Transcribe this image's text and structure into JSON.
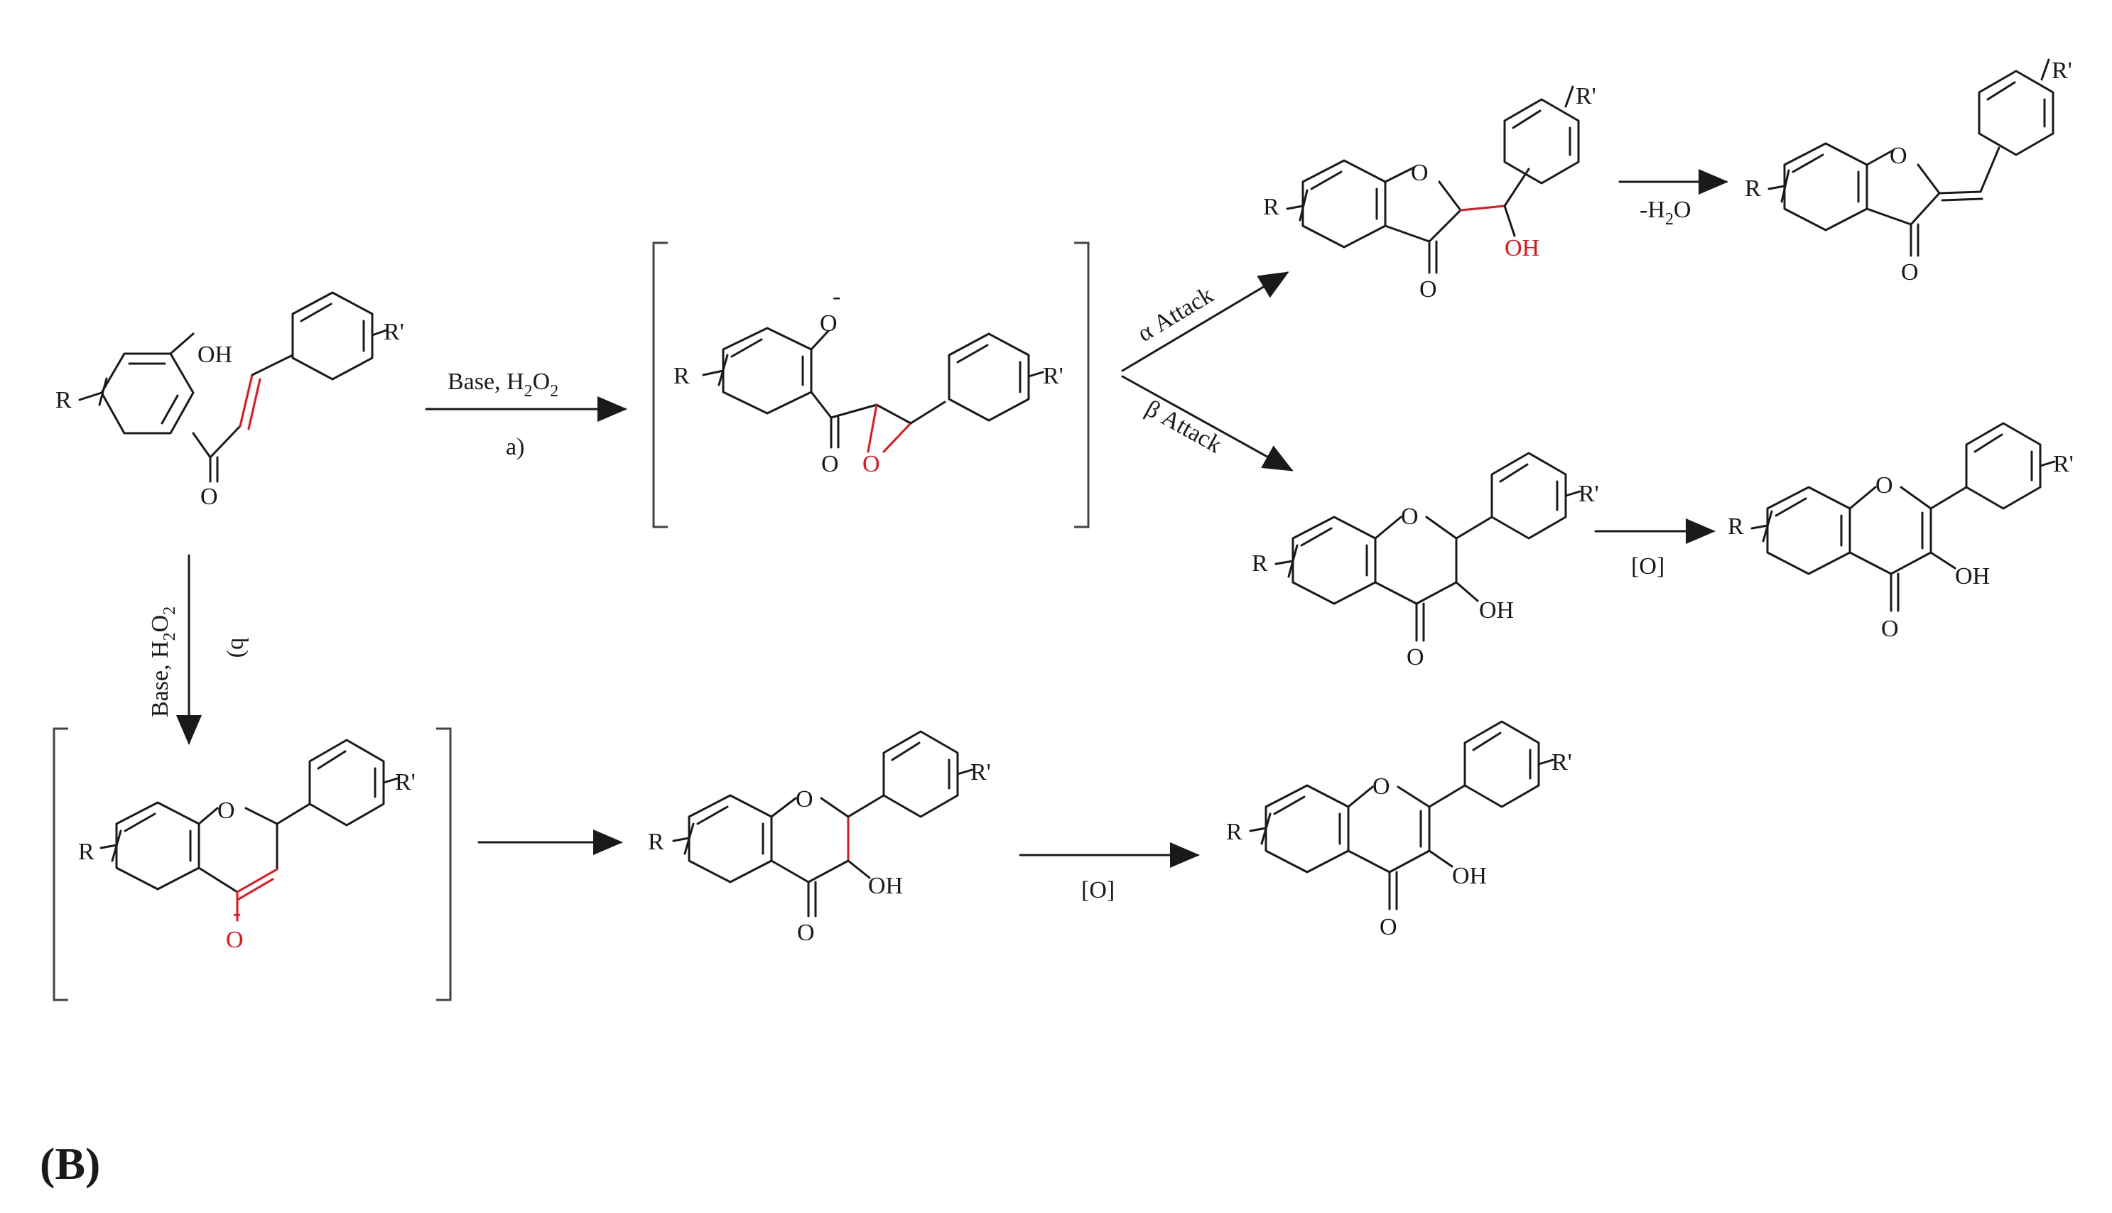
{
  "reagents": {
    "a_label": "Base, H",
    "a_sub": "2",
    "a_tail": "O",
    "a_sub2": "2",
    "a_step": "a)",
    "b_label": "Base, H",
    "b_step": "b)",
    "alpha": "α Attack",
    "beta": "β Attack",
    "dehydration": "-H",
    "dehydration_sub": "2",
    "dehydration_tail": "O",
    "oxidation_1": "[O]",
    "oxidation_2": "[O]"
  },
  "atoms": {
    "R": "R",
    "R_prime": "R'",
    "OH": "OH",
    "O": "O",
    "O_minus": "O",
    "minus": "-"
  },
  "panel_label": "(B)"
}
